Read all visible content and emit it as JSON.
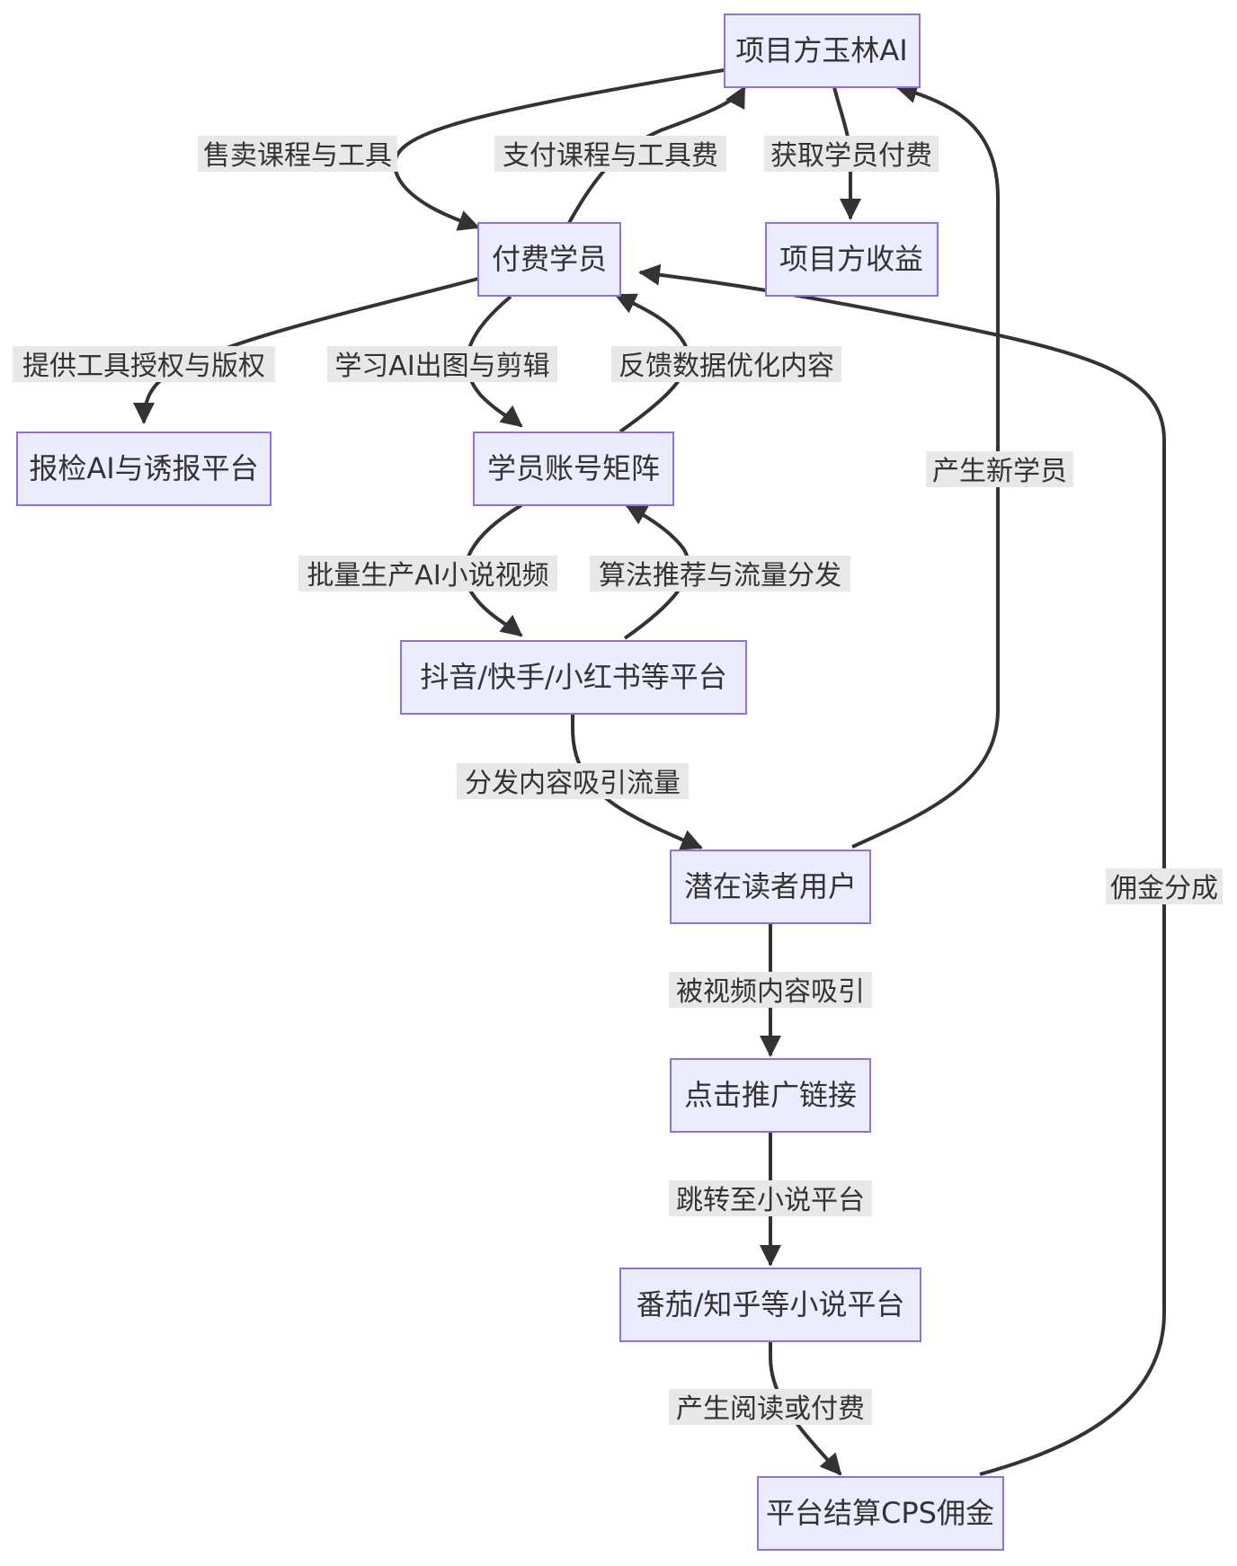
{
  "nodes": {
    "project": "项目方玉林AI",
    "students": "付费学员",
    "revenue": "项目方收益",
    "report_platform": "报检AI与诱报平台",
    "matrix": "学员账号矩阵",
    "platforms": "抖音/快手/小红书等平台",
    "readers": "潜在读者用户",
    "click": "点击推广链接",
    "novel_platform": "番茄/知乎等小说平台",
    "settle": "平台结算CPS佣金"
  },
  "edges": {
    "sell": "售卖课程与工具",
    "pay": "支付课程与工具费",
    "income": "获取学员付费",
    "license": "提供工具授权与版权",
    "learn": "学习AI出图与剪辑",
    "feedback": "反馈数据优化内容",
    "produce": "批量生产AI小说视频",
    "algo": "算法推荐与流量分发",
    "distribute": "分发内容吸引流量",
    "new_students": "产生新学员",
    "commission": "佣金分成",
    "attracted": "被视频内容吸引",
    "jump": "跳转至小说平台",
    "read_pay": "产生阅读或付费"
  },
  "colors": {
    "node_fill": "#ECECFF",
    "node_stroke": "#9370DB",
    "edge": "#333333",
    "label_bg": "#E8E8E8"
  }
}
